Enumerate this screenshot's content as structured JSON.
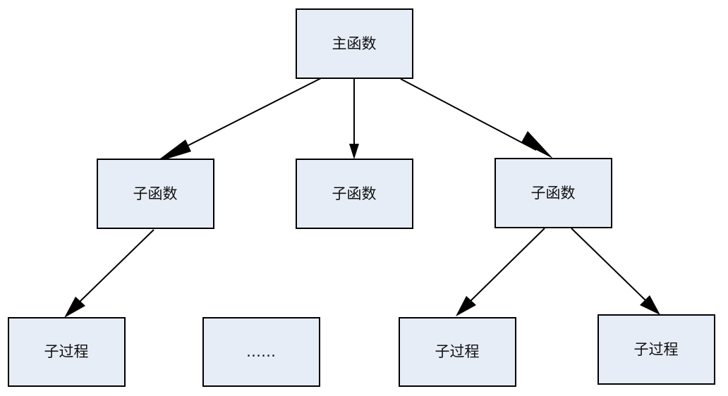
{
  "nodes": {
    "main": {
      "label": "主函数"
    },
    "sub_left": {
      "label": "子函数"
    },
    "sub_middle": {
      "label": "子函数"
    },
    "sub_right": {
      "label": "子函数"
    },
    "proc_left": {
      "label": "子过程"
    },
    "ellipsis": {
      "label": "……"
    },
    "proc_right_a": {
      "label": "子过程"
    },
    "proc_right_b": {
      "label": "子过程"
    }
  },
  "edges": [
    {
      "from": "main",
      "to": "sub_left"
    },
    {
      "from": "main",
      "to": "sub_middle"
    },
    {
      "from": "main",
      "to": "sub_right"
    },
    {
      "from": "sub_left",
      "to": "proc_left"
    },
    {
      "from": "sub_right",
      "to": "proc_right_a"
    },
    {
      "from": "sub_right",
      "to": "proc_right_b"
    }
  ],
  "colors": {
    "box_fill": "#e7edf7",
    "stroke": "#000000"
  }
}
